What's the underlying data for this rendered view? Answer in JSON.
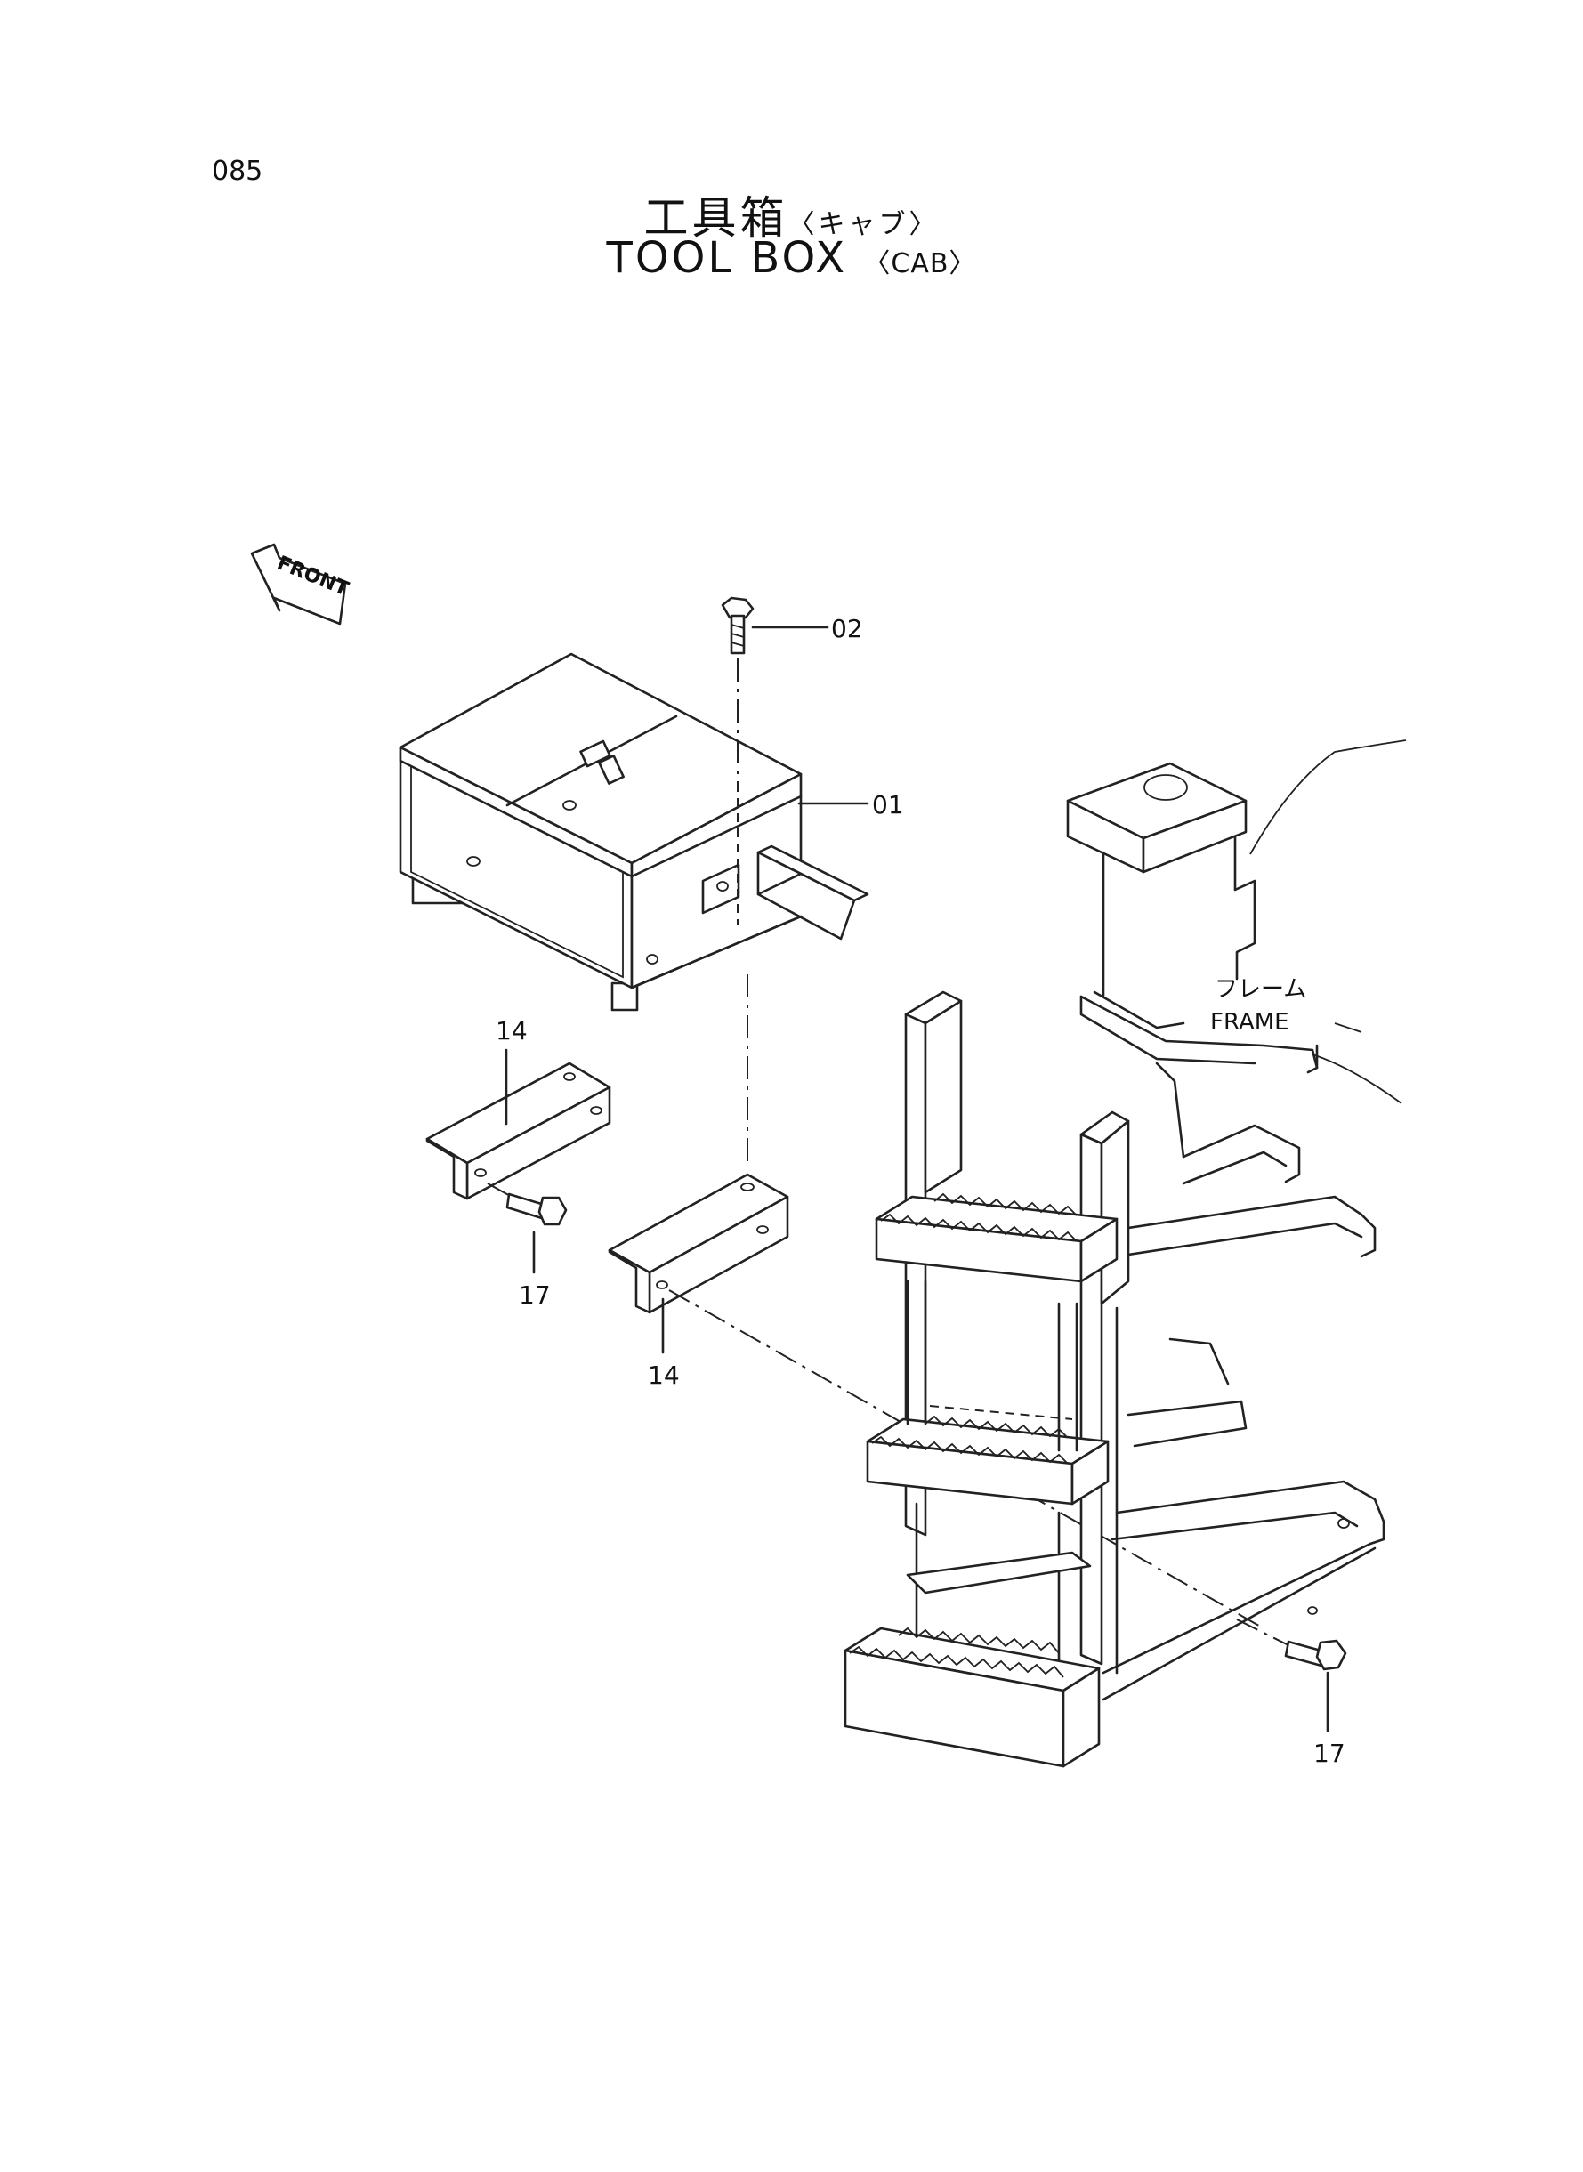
{
  "page": {
    "number": "085"
  },
  "title": {
    "jp_main": "工具箱",
    "jp_sub": "〈キャブ〉",
    "en_main": "TOOL BOX",
    "en_sub": "〈CAB〉"
  },
  "direction": {
    "label": "FRONT"
  },
  "frame_label": {
    "jp": "フレーム",
    "en": "FRAME"
  },
  "callouts": {
    "bolt_top": "02",
    "tool_box": "01",
    "bracket_left": "14",
    "bracket_right": "14",
    "bolt_left": "17",
    "bolt_right": "17"
  }
}
